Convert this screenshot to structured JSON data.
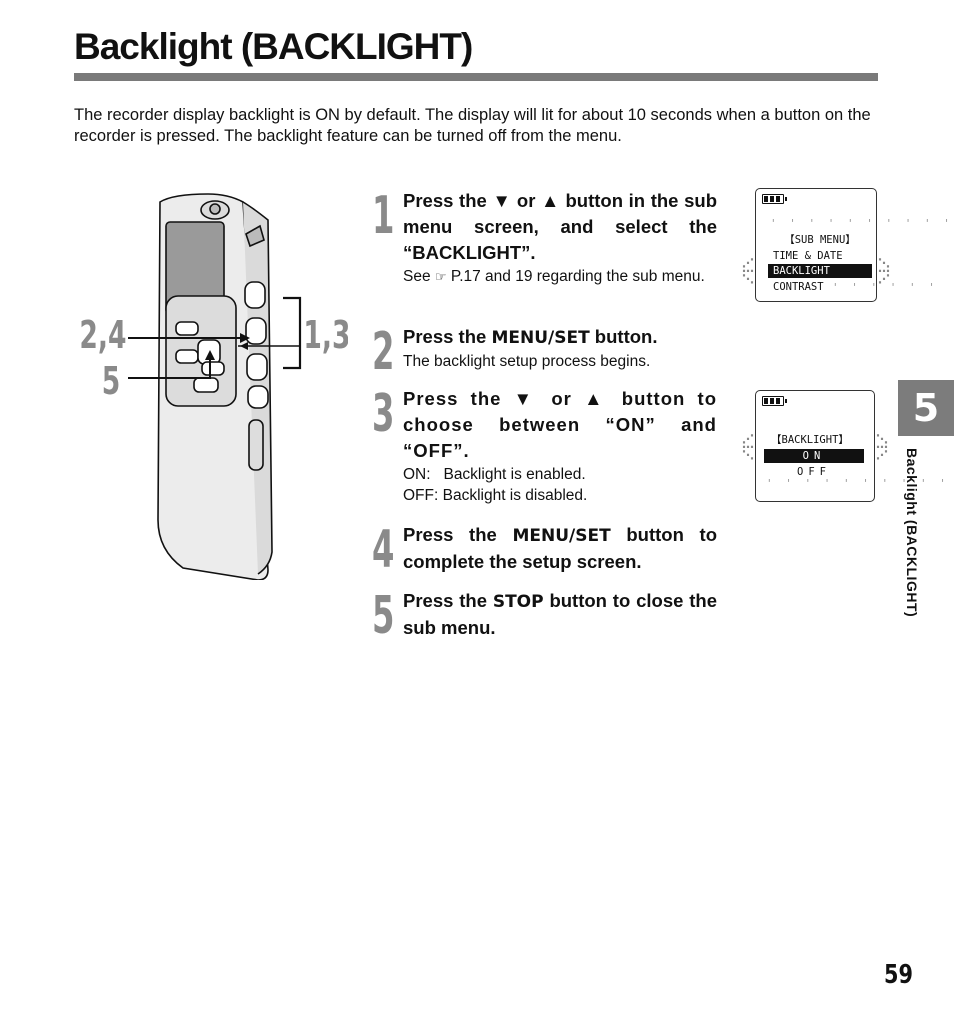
{
  "page": {
    "title": "Backlight (BACKLIGHT)",
    "intro": "The recorder display backlight is ON by default. The display will lit for about 10 seconds when a button on the recorder is pressed. The backlight feature can be turned off from the menu.",
    "chapter_number": "5",
    "chapter_caption": "Backlight (BACKLIGHT)",
    "page_number": "59"
  },
  "figure": {
    "callouts": {
      "left_top": "2,4",
      "left_bottom": "5",
      "right": "1,3"
    }
  },
  "steps": [
    {
      "number": "1",
      "title_parts": [
        "Press the ",
        "▼",
        " or ",
        "▲",
        " button in the sub menu screen, and select the “BACKLIGHT”."
      ],
      "note_parts": [
        "See ",
        "☞",
        " P.17 and 19 regarding the sub menu."
      ]
    },
    {
      "number": "2",
      "title_parts": [
        "Press the ",
        "MENU/SET",
        " button."
      ],
      "note": "The backlight setup process begins."
    },
    {
      "number": "3",
      "title_parts": [
        "Press the ",
        "▼",
        " or ",
        "▲",
        " button to choose between “ON” and “OFF”."
      ],
      "notes": [
        "ON:   Backlight is enabled.",
        "OFF: Backlight is disabled."
      ]
    },
    {
      "number": "4",
      "title_parts": [
        "Press the ",
        "MENU/SET",
        " button to complete the setup screen."
      ]
    },
    {
      "number": "5",
      "title_parts": [
        "Press the ",
        "STOP",
        " button to close the sub menu."
      ]
    }
  ],
  "displays": [
    {
      "rows": [
        "【SUB MENU】",
        "TIME & DATE",
        "BACKLIGHT",
        "CONTRAST"
      ],
      "highlighted_row": 2
    },
    {
      "rows": [
        "【BACKLIGHT】",
        "ON",
        "OFF"
      ],
      "highlighted_row": 1
    }
  ],
  "icons": [
    "battery-icon",
    "pointing-hand-icon",
    "down-triangle-icon",
    "up-triangle-icon"
  ]
}
